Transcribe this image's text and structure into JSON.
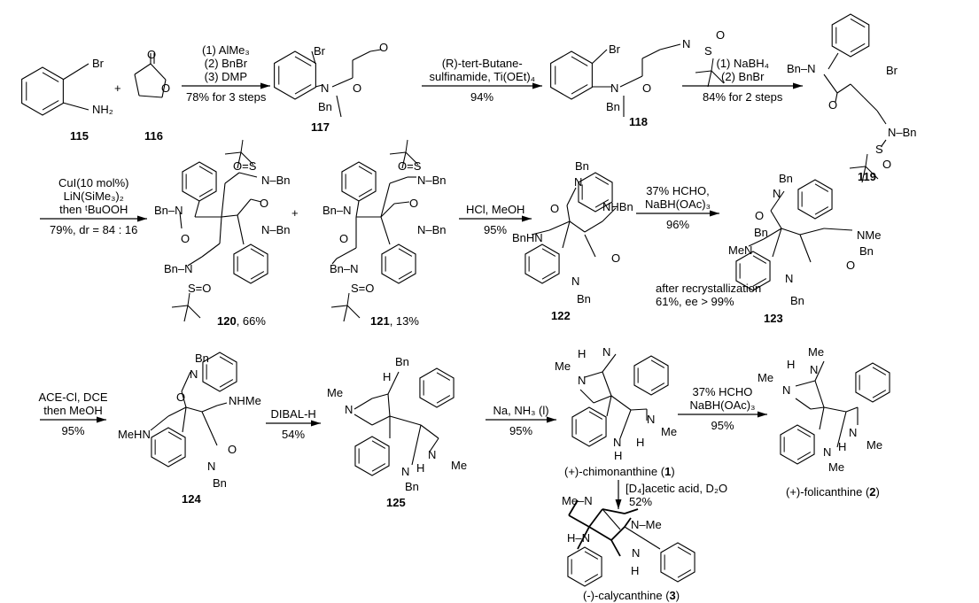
{
  "compounds": {
    "c115": {
      "label": "115",
      "atoms": [
        "Br",
        "NH₂"
      ]
    },
    "c116": {
      "label": "116",
      "atoms": [
        "O",
        "O"
      ]
    },
    "c117": {
      "label": "117",
      "atoms": [
        "Br",
        "O",
        "N",
        "O",
        "Bn"
      ]
    },
    "c118": {
      "label": "118",
      "atoms": [
        "Br",
        "N",
        "O",
        "Bn",
        "N",
        "S",
        "O"
      ]
    },
    "c119": {
      "label": "119",
      "atoms": [
        "Bn–N",
        "Br",
        "O",
        "N–Bn",
        "S",
        "O"
      ]
    },
    "c120": {
      "label": "120",
      "yield": ", 66%",
      "atoms": [
        "Bn–N",
        "O",
        "O=S",
        "N–Bn",
        "O",
        "N–Bn",
        "Bn–N",
        "S=O"
      ]
    },
    "c121": {
      "label": "121",
      "yield": ", 13%",
      "atoms": [
        "Bn–N",
        "O",
        "O=S",
        "N–Bn",
        "O",
        "N–Bn",
        "Bn–N",
        "S=O"
      ]
    },
    "c122": {
      "label": "122",
      "atoms": [
        "Bn",
        "N",
        "O",
        "BnHN",
        "NHBn",
        "O",
        "N",
        "Bn"
      ]
    },
    "c123": {
      "label": "123",
      "atoms": [
        "Bn",
        "N",
        "O",
        "Bn",
        "MeN",
        "NMe",
        "Bn",
        "O",
        "N",
        "Bn"
      ]
    },
    "c124": {
      "label": "124",
      "atoms": [
        "Bn",
        "N",
        "O",
        "MeHN",
        "NHMe",
        "O",
        "N",
        "Bn"
      ]
    },
    "c125": {
      "label": "125",
      "atoms": [
        "Bn",
        "H",
        "Me",
        "N",
        "N",
        "Me",
        "H",
        "N",
        "Bn"
      ]
    },
    "c1": {
      "name": "(+)-chimonanthine (",
      "num": "1",
      "close": ")",
      "atoms": [
        "H",
        "N",
        "Me",
        "N",
        "N",
        "Me",
        "H",
        "N",
        "H"
      ]
    },
    "c2": {
      "name": "(+)-folicanthine (",
      "num": "2",
      "close": ")",
      "atoms": [
        "Me",
        "H",
        "N",
        "Me",
        "N",
        "N",
        "Me",
        "H",
        "N",
        "Me"
      ]
    },
    "c3": {
      "name": "(-)-calycanthine (",
      "num": "3",
      "close": ")",
      "atoms": [
        "Me–N",
        "N–Me",
        "H–N",
        "N",
        "H"
      ]
    }
  },
  "plus_sign": "+",
  "steps": [
    {
      "above": [
        "(1) AlMe₃",
        "(2) BnBr",
        "(3) DMP"
      ],
      "below": [
        "78% for 3 steps"
      ]
    },
    {
      "above": [
        "(R)-tert-Butane-",
        "sulfinamide, Ti(OEt)₄"
      ],
      "below": [
        "94%"
      ]
    },
    {
      "above": [
        "(1) NaBH₄",
        "(2) BnBr"
      ],
      "below": [
        "84% for 2 steps"
      ]
    },
    {
      "above": [
        "CuI(10 mol%)",
        "LiN(SiMe₃)₂",
        "then ᵗBuOOH"
      ],
      "below": [
        "79%, dr = 84 : 16"
      ]
    },
    {
      "above": [
        "HCl, MeOH"
      ],
      "below": [
        "95%"
      ]
    },
    {
      "above": [
        "37% HCHO,",
        "NaBH(OAc)₃"
      ],
      "below": [
        "96%"
      ],
      "note": [
        "after recrystallization",
        "61%, ee > 99%"
      ]
    },
    {
      "above": [
        "ACE-Cl, DCE",
        "then MeOH"
      ],
      "below": [
        "95%"
      ]
    },
    {
      "above": [
        "DIBAL-H"
      ],
      "below": [
        "54%"
      ]
    },
    {
      "above": [
        "Na, NH₃ (l)"
      ],
      "below": [
        "95%"
      ]
    },
    {
      "above": [
        "37% HCHO",
        "NaBH(OAc)₃"
      ],
      "below": [
        "95%"
      ]
    },
    {
      "above": [
        "[D₄]acetic acid, D₂O"
      ],
      "below": [
        "52%"
      ]
    }
  ]
}
